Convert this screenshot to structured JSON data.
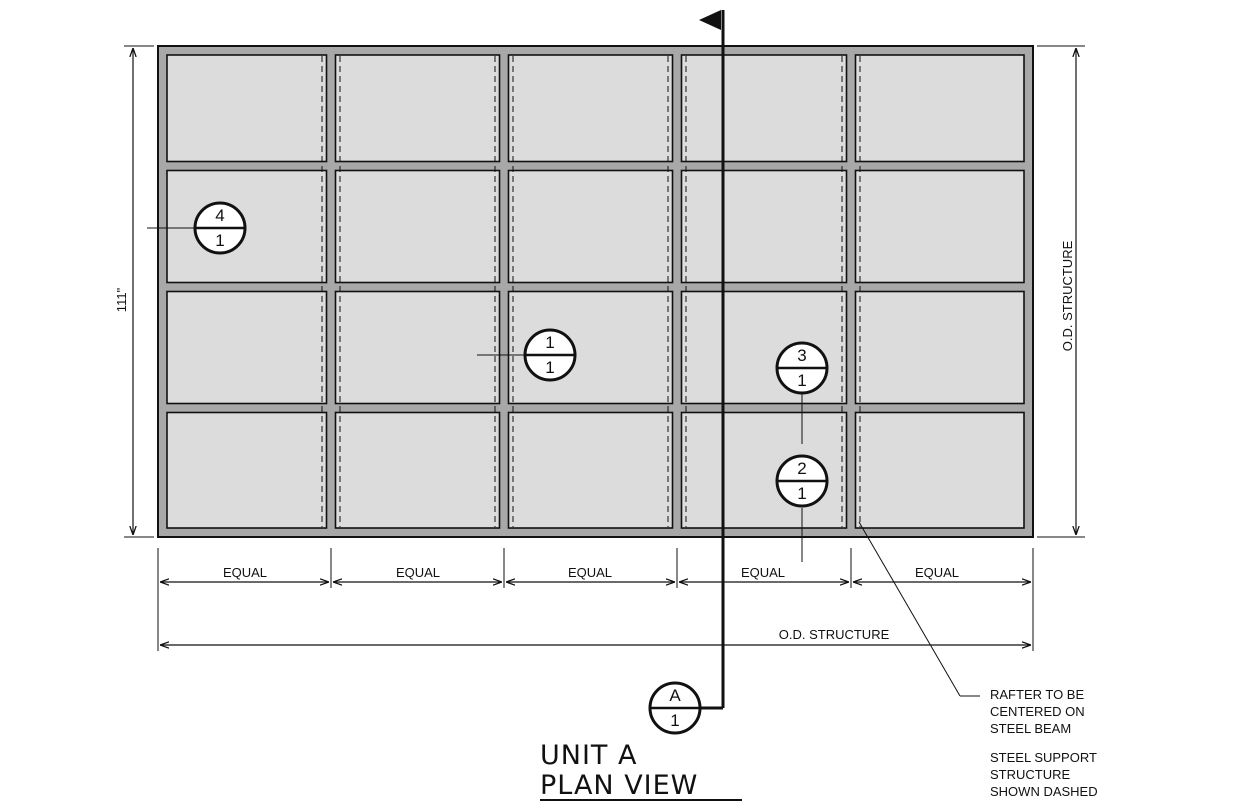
{
  "plan": {
    "columns": 5,
    "rows": 4,
    "panel_fill": "#dcdcdc",
    "frame_fill": "#a8a8a8",
    "line_color": "#111111"
  },
  "dimensions": {
    "height_label": "111\"",
    "right_label": "O.D. STRUCTURE",
    "equal_labels": [
      "EQUAL",
      "EQUAL",
      "EQUAL",
      "EQUAL",
      "EQUAL"
    ],
    "bottom_label": "O.D. STRUCTURE"
  },
  "callouts": {
    "c4": {
      "top": "4",
      "bottom": "1"
    },
    "c1": {
      "top": "1",
      "bottom": "1"
    },
    "c3": {
      "top": "3",
      "bottom": "1"
    },
    "c2": {
      "top": "2",
      "bottom": "1"
    },
    "section_a": {
      "top": "A",
      "bottom": "1"
    }
  },
  "notes": {
    "rafter": [
      "RAFTER TO BE",
      "CENTERED ON",
      "STEEL BEAM"
    ],
    "steel": [
      "STEEL SUPPORT",
      "STRUCTURE",
      "SHOWN DASHED"
    ]
  },
  "title": {
    "line1": "UNIT A",
    "line2": "PLAN VIEW"
  }
}
